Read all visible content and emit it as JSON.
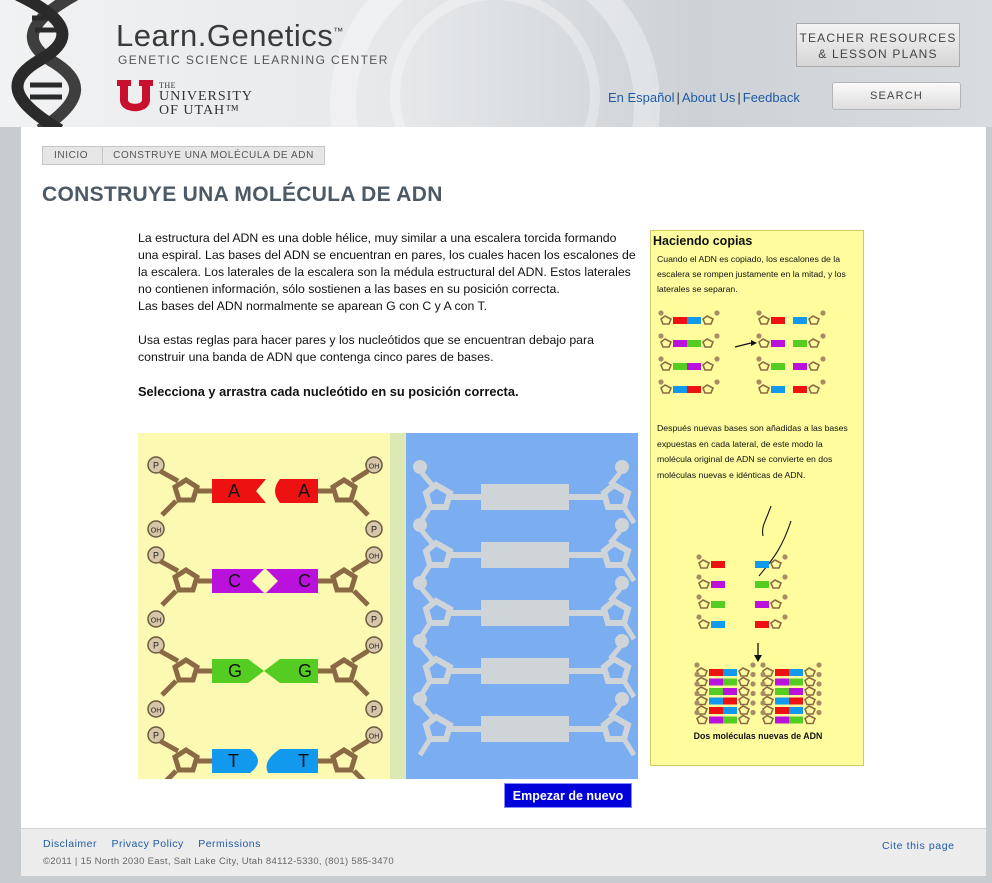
{
  "header": {
    "brand_title": "Learn.Genetics",
    "brand_tm": "™",
    "brand_subtitle": "GENETIC SCIENCE LEARNING CENTER",
    "university_the": "THE",
    "university_name_1": "UNIVERSITY",
    "university_name_2": "OF UTAH™",
    "teacher_button_line1": "TEACHER RESOURCES",
    "teacher_button_line2": "& LESSON PLANS",
    "links": [
      "En Español",
      "About Us",
      "Feedback"
    ],
    "search_label": "SEARCH"
  },
  "breadcrumb": {
    "home": "INICIO",
    "current": "CONSTRUYE UNA MOLÉCULA DE ADN"
  },
  "page_title": "CONSTRUYE UNA MOLÉCULA DE ADN",
  "intro": {
    "p1": "La estructura del ADN es una doble hélice, muy similar a una escalera torcida formando una espiral. Las bases del ADN se encuentran en pares, los cuales hacen los escalones de la escalera. Los laterales de la escalera son la médula estructural del ADN. Estos laterales no contienen información, sólo sostienen a las bases en su posición correcta.",
    "p1b": "Las bases del ADN normalmente se aparean G con C y A con T.",
    "p2": "Usa estas reglas para hacer pares y los nucleótidos que se encuentran debajo para construir una banda de ADN que contenga cinco pares de bases.",
    "instruction": "Selecciona y arrastra cada nucleótido en su posición correcta."
  },
  "activity": {
    "nucleotides": [
      {
        "base": "A",
        "color": "#ee1111"
      },
      {
        "base": "C",
        "color": "#bb11dd"
      },
      {
        "base": "G",
        "color": "#55cc22"
      },
      {
        "base": "T",
        "color": "#1199ee"
      }
    ],
    "labels": {
      "phosphate": "P",
      "hydroxyl": "OH"
    },
    "restart_label": "Empezar de nuevo"
  },
  "side_panel": {
    "title": "Haciendo copias",
    "p1": "Cuando el ADN es copiado, los escalones de la escalera se rompen justamente en la mitad, y los laterales se separan.",
    "p2": "Después nuevas bases son añadidas a las bases expuestas en cada lateral, de este modo la molécula original de ADN se convierte en dos moléculas nuevas e idénticas de ADN.",
    "caption": "Dos moléculas nuevas de ADN"
  },
  "footer": {
    "links": [
      "Disclaimer",
      "Privacy Policy",
      "Permissions"
    ],
    "address": "©2011   |   15 North 2030 East, Salt Lake City, Utah 84112-5330, (801) 585-3470",
    "cite": "Cite this page"
  }
}
